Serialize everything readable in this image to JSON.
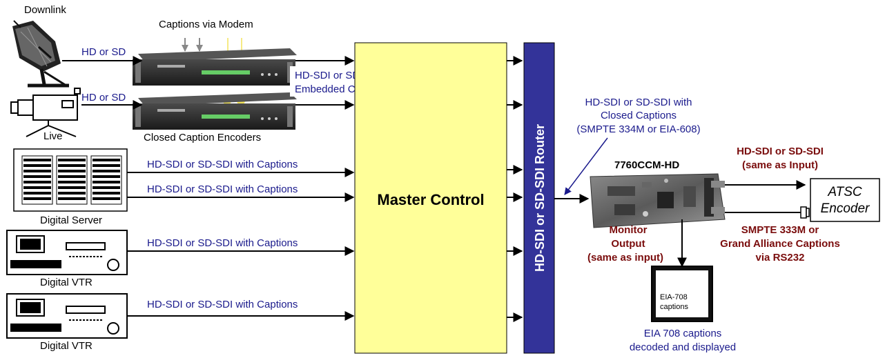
{
  "sources": {
    "downlink": "Downlink",
    "live": "Live",
    "digital_server": "Digital Server",
    "digital_vtr_1": "Digital VTR",
    "digital_vtr_2": "Digital VTR"
  },
  "encoders": {
    "captions_via_modem": "Captions via Modem",
    "closed_caption_encoders": "Closed Caption Encoders",
    "hd_or_sd_1": "HD or SD",
    "hd_or_sd_2": "HD or SD",
    "embedded_line1": "HD-SDI or SD-SDI with",
    "embedded_line2": "Embedded Captions"
  },
  "links": {
    "server_link_1": "HD-SDI or SD-SDI with Captions",
    "server_link_2": "HD-SDI or SD-SDI with Captions",
    "vtr_link_1": "HD-SDI or SD-SDI with Captions",
    "vtr_link_2": "HD-SDI or SD-SDI with Captions"
  },
  "master_control": "Master Control",
  "router": "HD-SDI or SD-SDI Router",
  "router_output": {
    "line1": "HD-SDI or SD-SDI with",
    "line2": "Closed Captions",
    "line3": "(SMPTE 334M or EIA-608)"
  },
  "product": {
    "name": "7760CCM-HD",
    "output_line1": "HD-SDI or SD-SDI",
    "output_line2": "(same as Input)",
    "monitor_line1": "Monitor",
    "monitor_line2": "Output",
    "monitor_line3": "(same as input)",
    "serial_line1": "SMPTE 333M or",
    "serial_line2": "Grand Alliance Captions",
    "serial_line3": "via RS232"
  },
  "atsc": {
    "line1": "ATSC",
    "line2": "Encoder"
  },
  "monitor_screen": {
    "line1": "EIA-708",
    "line2": "captions"
  },
  "decoded": {
    "line1": "EIA 708 captions",
    "line2": "decoded and displayed"
  },
  "colors": {
    "master_control_fill": "#ffff99",
    "router_fill": "#333399",
    "label_blue": "#1a1a8c",
    "label_red": "#7a0d0d"
  }
}
